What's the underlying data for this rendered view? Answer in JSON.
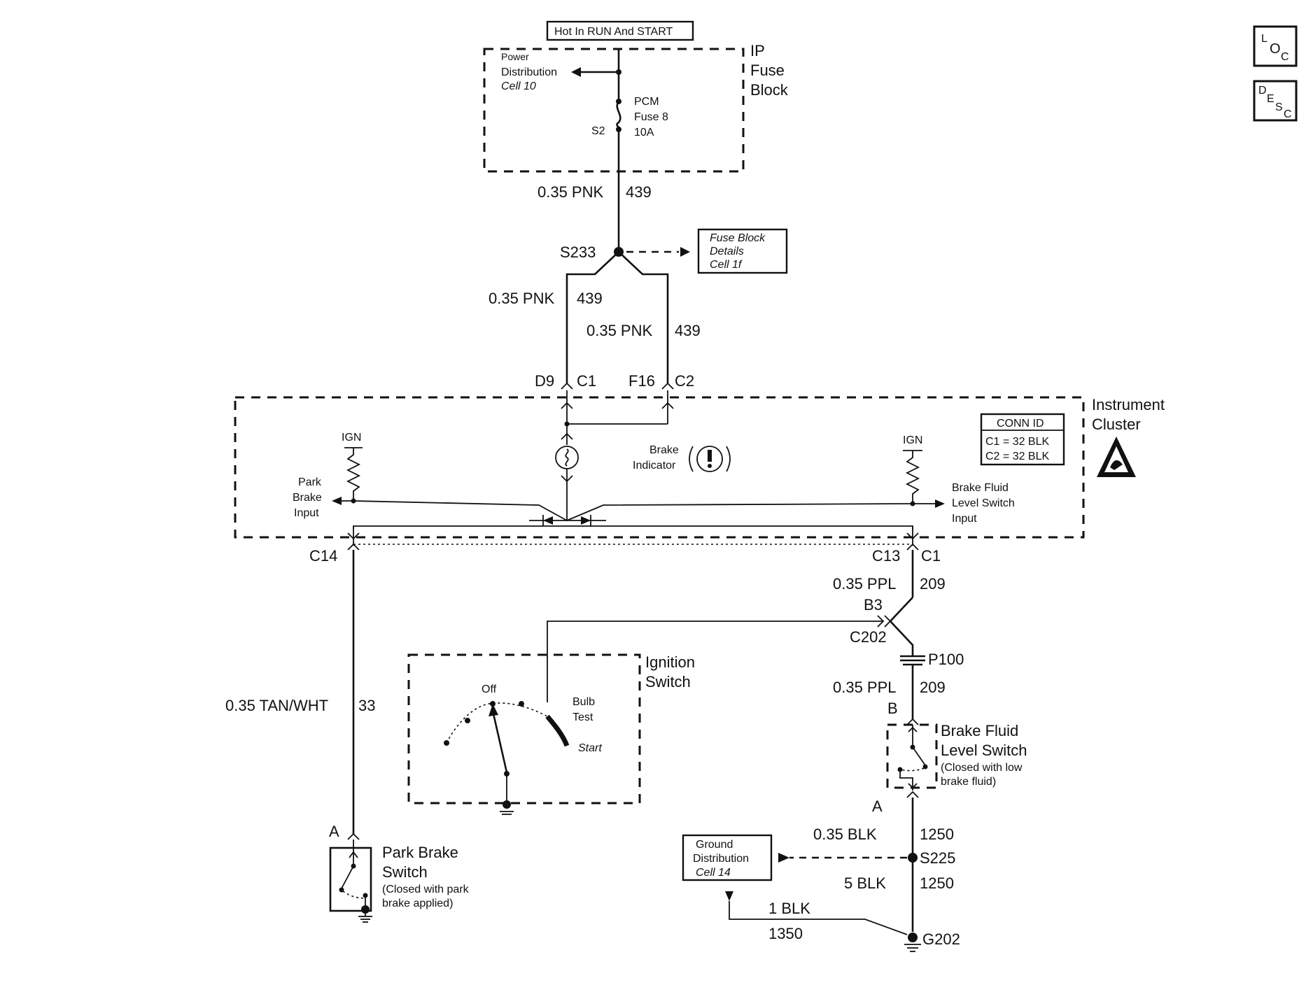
{
  "header": {
    "power_label": "Hot In RUN And START"
  },
  "nav_icons": {
    "loc": [
      "L",
      "O",
      "C"
    ],
    "desc": [
      "D",
      "E",
      "S",
      "C"
    ]
  },
  "fuse_block": {
    "title_lines": [
      "IP",
      "Fuse",
      "Block"
    ],
    "power_distribution": [
      "Power",
      "Distribution",
      "Cell 10"
    ],
    "fuse_lines": [
      "PCM",
      "Fuse 8",
      "10A"
    ],
    "s2": "S2"
  },
  "wires": {
    "top_gauge": "0.35 PNK",
    "top_circuit": "439",
    "left_gauge": "0.35 PNK",
    "left_circuit": "439",
    "right_gauge": "0.35 PNK",
    "right_circuit": "439",
    "c13_gauge": "0.35 PPL",
    "c13_circuit": "209",
    "p100_gauge": "0.35 PPL",
    "p100_circuit": "209",
    "tan_gauge": "0.35 TAN/WHT",
    "tan_circuit": "33",
    "blk_gauge": "0.35 BLK",
    "blk_circuit": "1250",
    "blk5_gauge": "5 BLK",
    "blk5_circuit": "1250",
    "blk1_gauge": "1 BLK",
    "blk1_circuit": "1350"
  },
  "splice": {
    "s233": "S233",
    "fuse_details": [
      "Fuse Block",
      "Details",
      "Cell 1f"
    ]
  },
  "connectors": {
    "d9": "D9",
    "c1_top": "C1",
    "f16": "F16",
    "c2": "C2",
    "c14": "C14",
    "c13": "C13",
    "c1_bottom": "C1",
    "b3": "B3",
    "c202": "C202",
    "p100": "P100",
    "b": "B",
    "a_right": "A",
    "a_left": "A",
    "s225": "S225",
    "g202": "G202"
  },
  "cluster": {
    "title_lines": [
      "Instrument",
      "Cluster"
    ],
    "conn_id_title": "CONN ID",
    "conn_id_rows": [
      "C1 = 32 BLK",
      "C2 = 32 BLK"
    ],
    "ign_left": "IGN",
    "ign_right": "IGN",
    "park_input": [
      "Park",
      "Brake",
      "Input"
    ],
    "brake_indicator": [
      "Brake",
      "Indicator"
    ],
    "fluid_input": [
      "Brake Fluid",
      "Level Switch",
      "Input"
    ]
  },
  "ignition": {
    "title_lines": [
      "Ignition",
      "Switch"
    ],
    "off": "Off",
    "bulb_test": [
      "Bulb",
      "Test"
    ],
    "start": "Start"
  },
  "fluid_switch": {
    "title_lines": [
      "Brake Fluid",
      "Level Switch"
    ],
    "note_lines": [
      "(Closed with low",
      "brake fluid)"
    ]
  },
  "park_switch": {
    "title_lines": [
      "Park Brake",
      "Switch"
    ],
    "note_lines": [
      "(Closed with park",
      "brake applied)"
    ]
  },
  "ground_dist": [
    "Ground",
    "Distribution",
    "Cell 14"
  ]
}
